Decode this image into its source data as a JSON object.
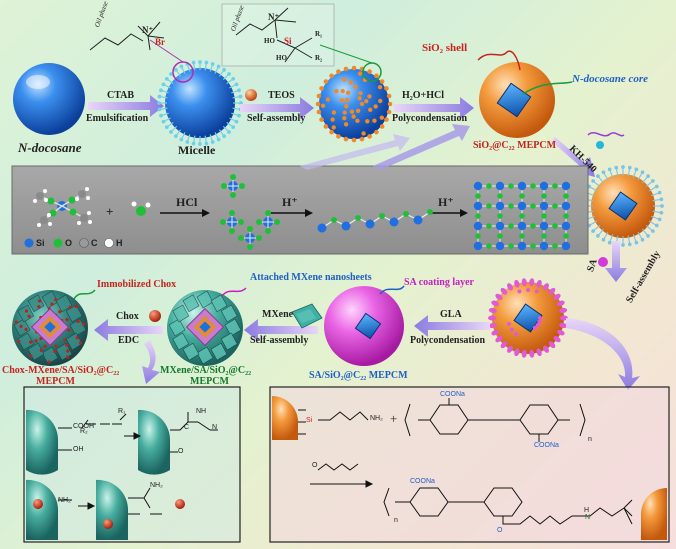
{
  "labels": {
    "n_docosane": "N-docosane",
    "micelle": "Micelle",
    "ctab": "CTAB",
    "emulsification": "Emulsification",
    "teos": "TEOS",
    "self_assembly_1": "Self-assembly",
    "h2o_hcl": "H₂O+HCl",
    "polycondensation_1": "Polycondensation",
    "sio2_shell": "SiO₂ shell",
    "n_docosane_core": "N-docosane core",
    "sio2_c22_mepcm": "SiO₂@C₂₂ MEPCM",
    "kh540": "KH-540",
    "oil_phase_1": "Oil phase",
    "oil_phase_2": "Oil phase",
    "br": "Br",
    "n_plus_1": "N⁺",
    "n_plus_2": "N⁺",
    "si": "Si",
    "ho_1": "HO",
    "ho_2": "HO",
    "r1": "R₁",
    "r2": "R₂",
    "hcl_arrow": "HCl",
    "h_plus_1": "H⁺",
    "h_plus_2": "H⁺",
    "plus_1": "+",
    "legend_si": "Si",
    "legend_o": "O",
    "legend_c": "C",
    "legend_h": "H",
    "sa": "SA",
    "self_assembly_2": "Self-assembly",
    "gla": "GLA",
    "polycondensation_2": "Polycondensation",
    "sa_coating_layer": "SA coating layer",
    "sa_sio2_c22_mepcm": "SA/SiO₂@C₂₂ MEPCM",
    "mxene": "MXene",
    "self_assembly_3": "Self-assembly",
    "attached_mxene": "Attached MXene nanosheets",
    "mxene_sa_line1": "MXene/SA/SiO₂@C₂₂",
    "mxene_sa_line2": "MEPCM",
    "chox": "Chox",
    "edc": "EDC",
    "immobilized_chox": "Immobilized Chox",
    "chox_mxene_line1": "Chox-MXene/SA/SiO₂@C₂₂",
    "chox_mxene_line2": "MEPCM",
    "cooh": "COOH",
    "oh_1": "OH",
    "nh2_1": "NH₂",
    "nh_1": "NH",
    "r1_b": "R₁",
    "r2_b": "R₂",
    "c_1": "C",
    "n_1": "N",
    "o_1": "O",
    "nh2_2": "NH₂",
    "plus_2": "+",
    "coona_1": "COONa",
    "coona_2": "COONa",
    "coona_3": "COONa",
    "nh2_3": "NH₂",
    "si_2": "Si",
    "n_sub": "n",
    "n_sub_2": "n",
    "h_n": "H",
    "n_chem": "N",
    "o_ald": "O",
    "o_ald_2": "O"
  },
  "colors": {
    "sphere_blue": "#1d6fe0",
    "sphere_orange": "#f08a2a",
    "sphere_magenta": "#e44ee0",
    "mxene_teal": "#3aa79a",
    "arrow_purple": "#9b8ce0",
    "panel_gray": "#9a9a9a",
    "label_red": "#c8241e",
    "label_blue": "#1f5fc8"
  }
}
